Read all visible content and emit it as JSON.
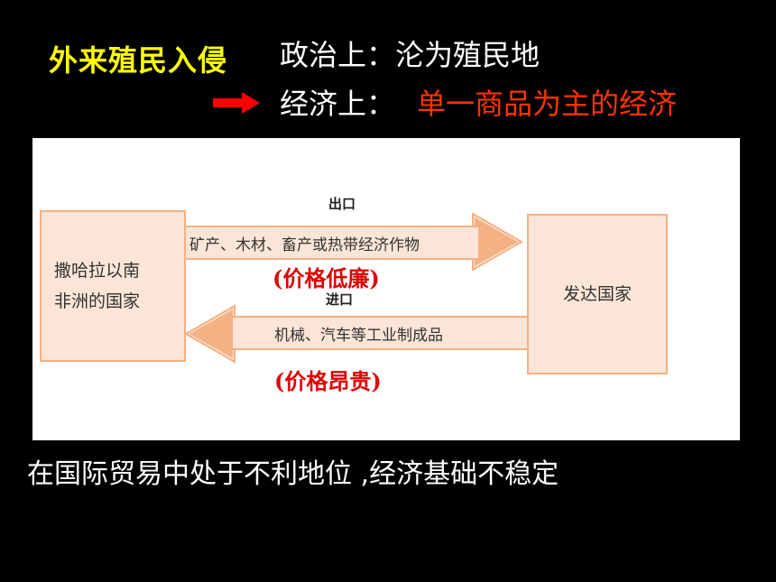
{
  "header": {
    "cause": "外来殖民入侵",
    "political": "政治上：沦为殖民地",
    "economic_label": "经济上：",
    "economic_value": "单一商品为主的经济"
  },
  "diagram": {
    "left_box": [
      "撒哈拉以南",
      "非洲的国家"
    ],
    "right_box": "发达国家",
    "export_heading": "出口",
    "export_goods": "矿产、木材、畜产或热带经济作物",
    "export_price": "(价格低廉)",
    "import_heading": "进口",
    "import_goods": "机械、汽车等工业制成品",
    "import_price": "(价格昂贵)"
  },
  "conclusion": "在国际贸易中处于不利地位 ,经济基础不稳定",
  "colors": {
    "cause": "#ffff00",
    "economic_value": "#ff3300",
    "arrow": "#ff0000",
    "box_fill": "#fbe5d6",
    "box_border": "#f4b183",
    "price": "#e00000"
  }
}
